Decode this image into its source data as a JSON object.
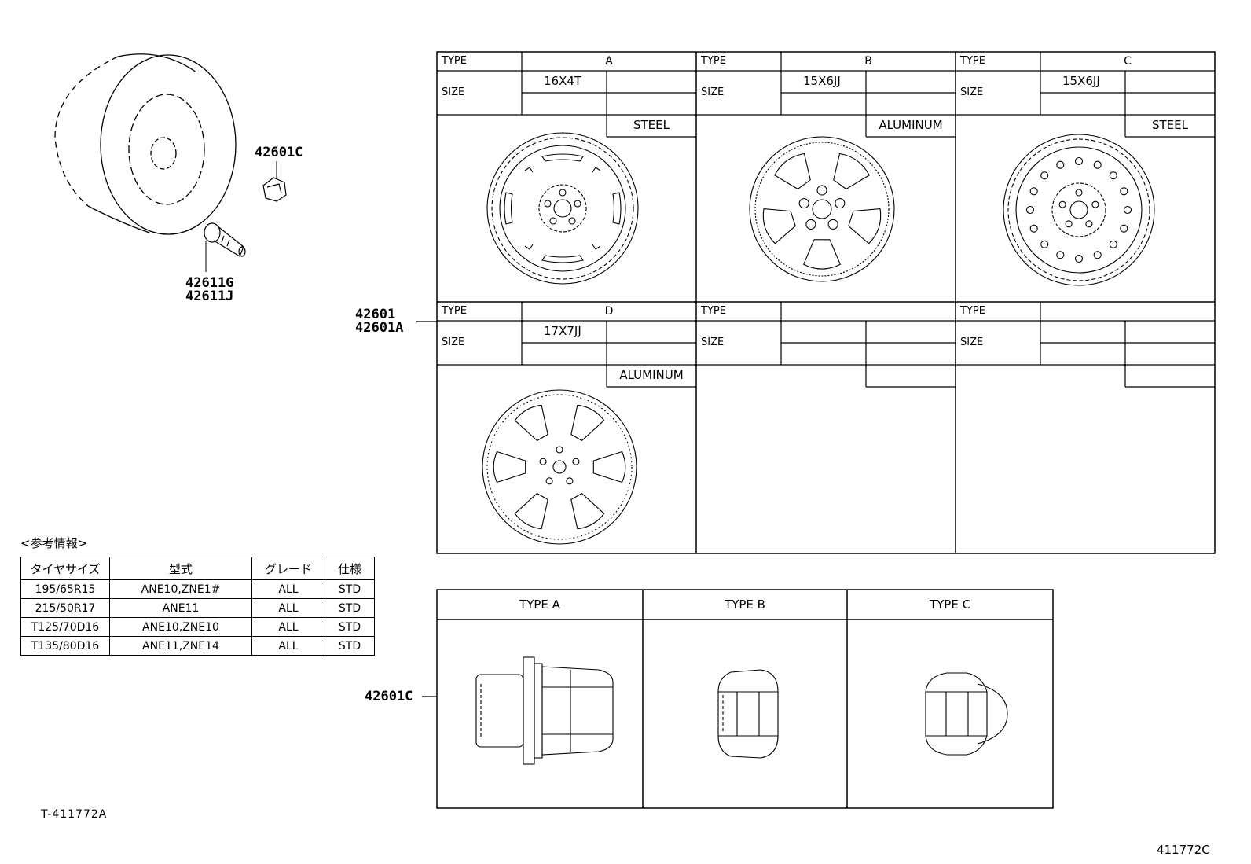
{
  "callouts": {
    "nut_top": "42601C",
    "valve_1": "42611G",
    "valve_2": "42611J",
    "wheel_1": "42601",
    "wheel_2": "42601A",
    "nut_table": "42601C"
  },
  "wheel_grid": {
    "type_label": "TYPE",
    "size_label": "SIZE",
    "cells": [
      {
        "type": "A",
        "size": "16X4T",
        "material": "STEEL"
      },
      {
        "type": "B",
        "size": "15X6JJ",
        "material": "ALUMINUM"
      },
      {
        "type": "C",
        "size": "15X6JJ",
        "material": "STEEL"
      },
      {
        "type": "D",
        "size": "17X7JJ",
        "material": "ALUMINUM"
      },
      {
        "type": "",
        "size": "",
        "material": ""
      },
      {
        "type": "",
        "size": "",
        "material": ""
      }
    ]
  },
  "nut_grid": {
    "headers": [
      "TYPE A",
      "TYPE B",
      "TYPE C"
    ]
  },
  "reference": {
    "title": "<参考情報>",
    "headers": [
      "タイヤサイズ",
      "型式",
      "グレード",
      "仕様"
    ],
    "rows": [
      [
        "195/65R15",
        "ANE10,ZNE1#",
        "ALL",
        "STD"
      ],
      [
        "215/50R17",
        "ANE11",
        "ALL",
        "STD"
      ],
      [
        "T125/70D16",
        "ANE10,ZNE10",
        "ALL",
        "STD"
      ],
      [
        "T135/80D16",
        "ANE11,ZNE14",
        "ALL",
        "STD"
      ]
    ]
  },
  "footer": {
    "left_code": "T-411772A",
    "right_code": "411772C"
  }
}
